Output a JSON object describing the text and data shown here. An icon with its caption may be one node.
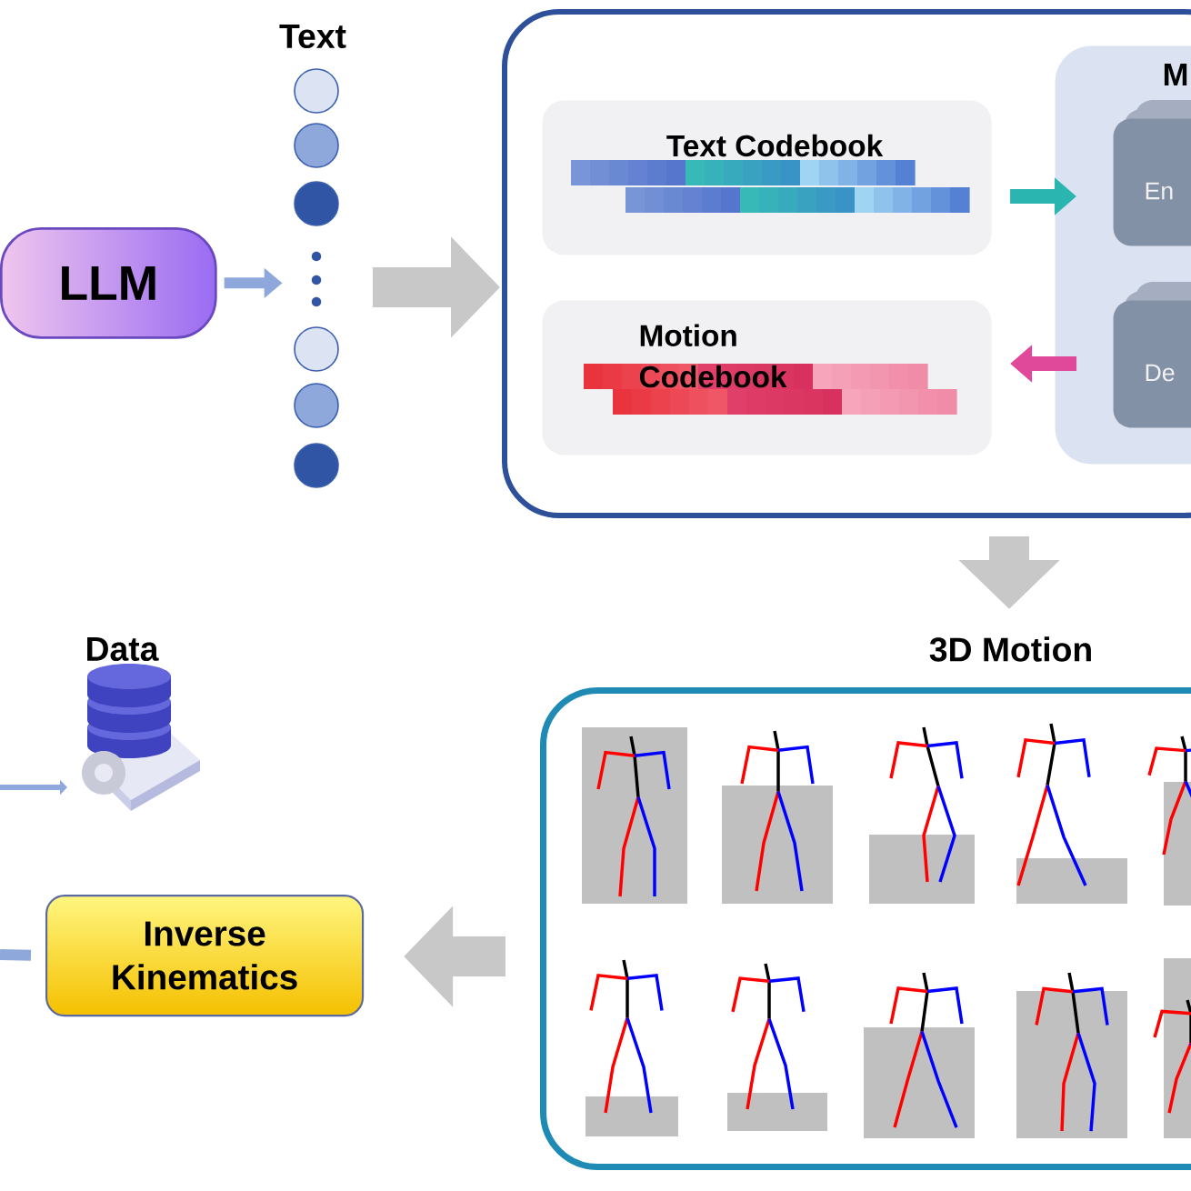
{
  "diagram": {
    "nodes": [
      {
        "text": [
          "LLM"
        ]
      },
      {
        "text": [],
        "shape": "circle"
      },
      {
        "text": [],
        "shape": "circle"
      },
      {
        "text": [],
        "shape": "circle"
      },
      {
        "text": [],
        "shape": "circle"
      },
      {
        "text": [],
        "shape": "circle"
      },
      {
        "text": [],
        "shape": "circle"
      },
      {
        "text": [],
        "shape": "box"
      },
      {
        "text": [
          "Text Codebook"
        ],
        "in": 7
      },
      {
        "text": [
          "Motion Codebook"
        ],
        "in": 7
      },
      {
        "text": [
          "M"
        ],
        "in": 7
      },
      {
        "text": [
          "En"
        ],
        "in": 10
      },
      {
        "text": [
          "De"
        ],
        "in": 10
      },
      {
        "text": [
          "3D Motion"
        ]
      },
      {
        "text": [
          "Data"
        ]
      },
      {
        "text": [
          "Inverse Kinematics"
        ]
      }
    ],
    "edges": [
      {
        "from": 0,
        "to": null,
        "arrow": "to",
        "color": "#8fa8dc"
      },
      {
        "from": null,
        "to": 7,
        "arrow": "to",
        "style": "thick"
      },
      {
        "from": 8,
        "to": 11,
        "arrow": "to",
        "color": "#2bb5b0"
      },
      {
        "from": 12,
        "to": 9,
        "arrow": "to",
        "color": "#e0489a"
      },
      {
        "from": 7,
        "to": 13,
        "arrow": "to",
        "style": "thick"
      },
      {
        "from": 13,
        "to": 15,
        "arrow": "to",
        "style": "thick"
      },
      {
        "from": 15,
        "to": null,
        "arrow": "none",
        "color": "#8fa8dc"
      },
      {
        "from": null,
        "to": 14,
        "arrow": "to",
        "color": "#8fa8dc"
      }
    ],
    "labels": [
      "Text"
    ]
  }
}
